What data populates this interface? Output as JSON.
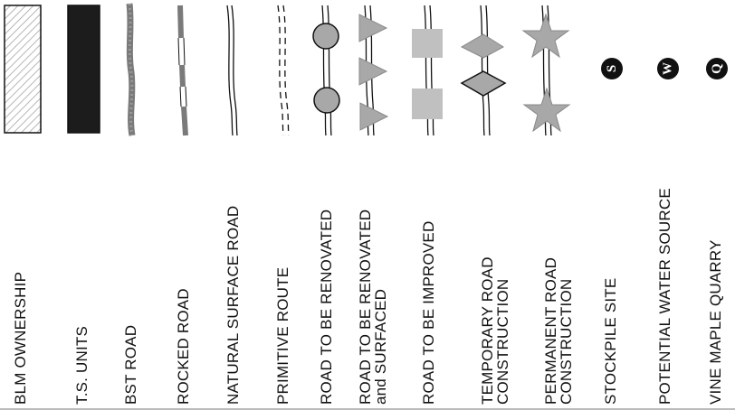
{
  "legend": {
    "items": [
      {
        "id": "blm",
        "lines": [
          "BLM OWNERSHIP"
        ]
      },
      {
        "id": "ts",
        "lines": [
          "T.S. UNITS"
        ]
      },
      {
        "id": "bst",
        "lines": [
          "BST ROAD"
        ]
      },
      {
        "id": "rocked",
        "lines": [
          "ROCKED ROAD"
        ]
      },
      {
        "id": "natural",
        "lines": [
          "NATURAL SURFACE ROAD"
        ]
      },
      {
        "id": "primitive",
        "lines": [
          "PRIMITIVE ROUTE"
        ]
      },
      {
        "id": "renovated",
        "lines": [
          "ROAD TO BE RENOVATED"
        ]
      },
      {
        "id": "renovated_surfaced",
        "lines": [
          "ROAD TO BE RENOVATED",
          "and SURFACED"
        ]
      },
      {
        "id": "improved",
        "lines": [
          "ROAD TO BE IMPROVED"
        ]
      },
      {
        "id": "temporary",
        "lines": [
          "TEMPORARY ROAD",
          "CONSTRUCTION"
        ]
      },
      {
        "id": "permanent",
        "lines": [
          "PERMANENT ROAD",
          "CONSTRUCTION"
        ]
      },
      {
        "id": "stockpile",
        "lines": [
          "STOCKPILE SITE"
        ]
      },
      {
        "id": "water",
        "lines": [
          "POTENTIAL WATER SOURCE"
        ]
      },
      {
        "id": "quarry",
        "lines": [
          "VINE MAPLE QUARRY"
        ]
      }
    ],
    "site_letters": {
      "stockpile": "S",
      "water": "W",
      "quarry": "Q"
    },
    "colors": {
      "ink": "#111111",
      "gray_fill": "#a8a8a8",
      "light_gray": "#c0c0c0",
      "hatch": "#b5b5b5",
      "dark_fill": "#1c1c1c"
    }
  }
}
